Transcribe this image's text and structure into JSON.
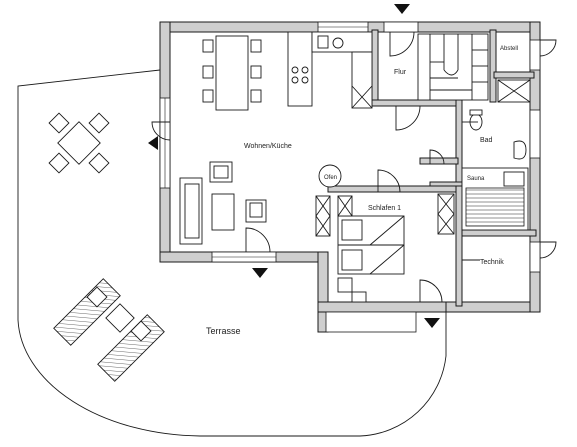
{
  "rooms": {
    "wohnen": "Wohnen/Küche",
    "flur": "Flur",
    "abstell": "Abstell",
    "bad": "Bad",
    "sauna": "Sauna",
    "schlafen": "Schlafen 1",
    "technik": "Technik",
    "ofen": "Ofen",
    "terrasse": "Terrasse"
  },
  "colors": {
    "wall_fill": "#cfcfcf",
    "line": "#1a1a1a",
    "arrow": "#111111"
  }
}
